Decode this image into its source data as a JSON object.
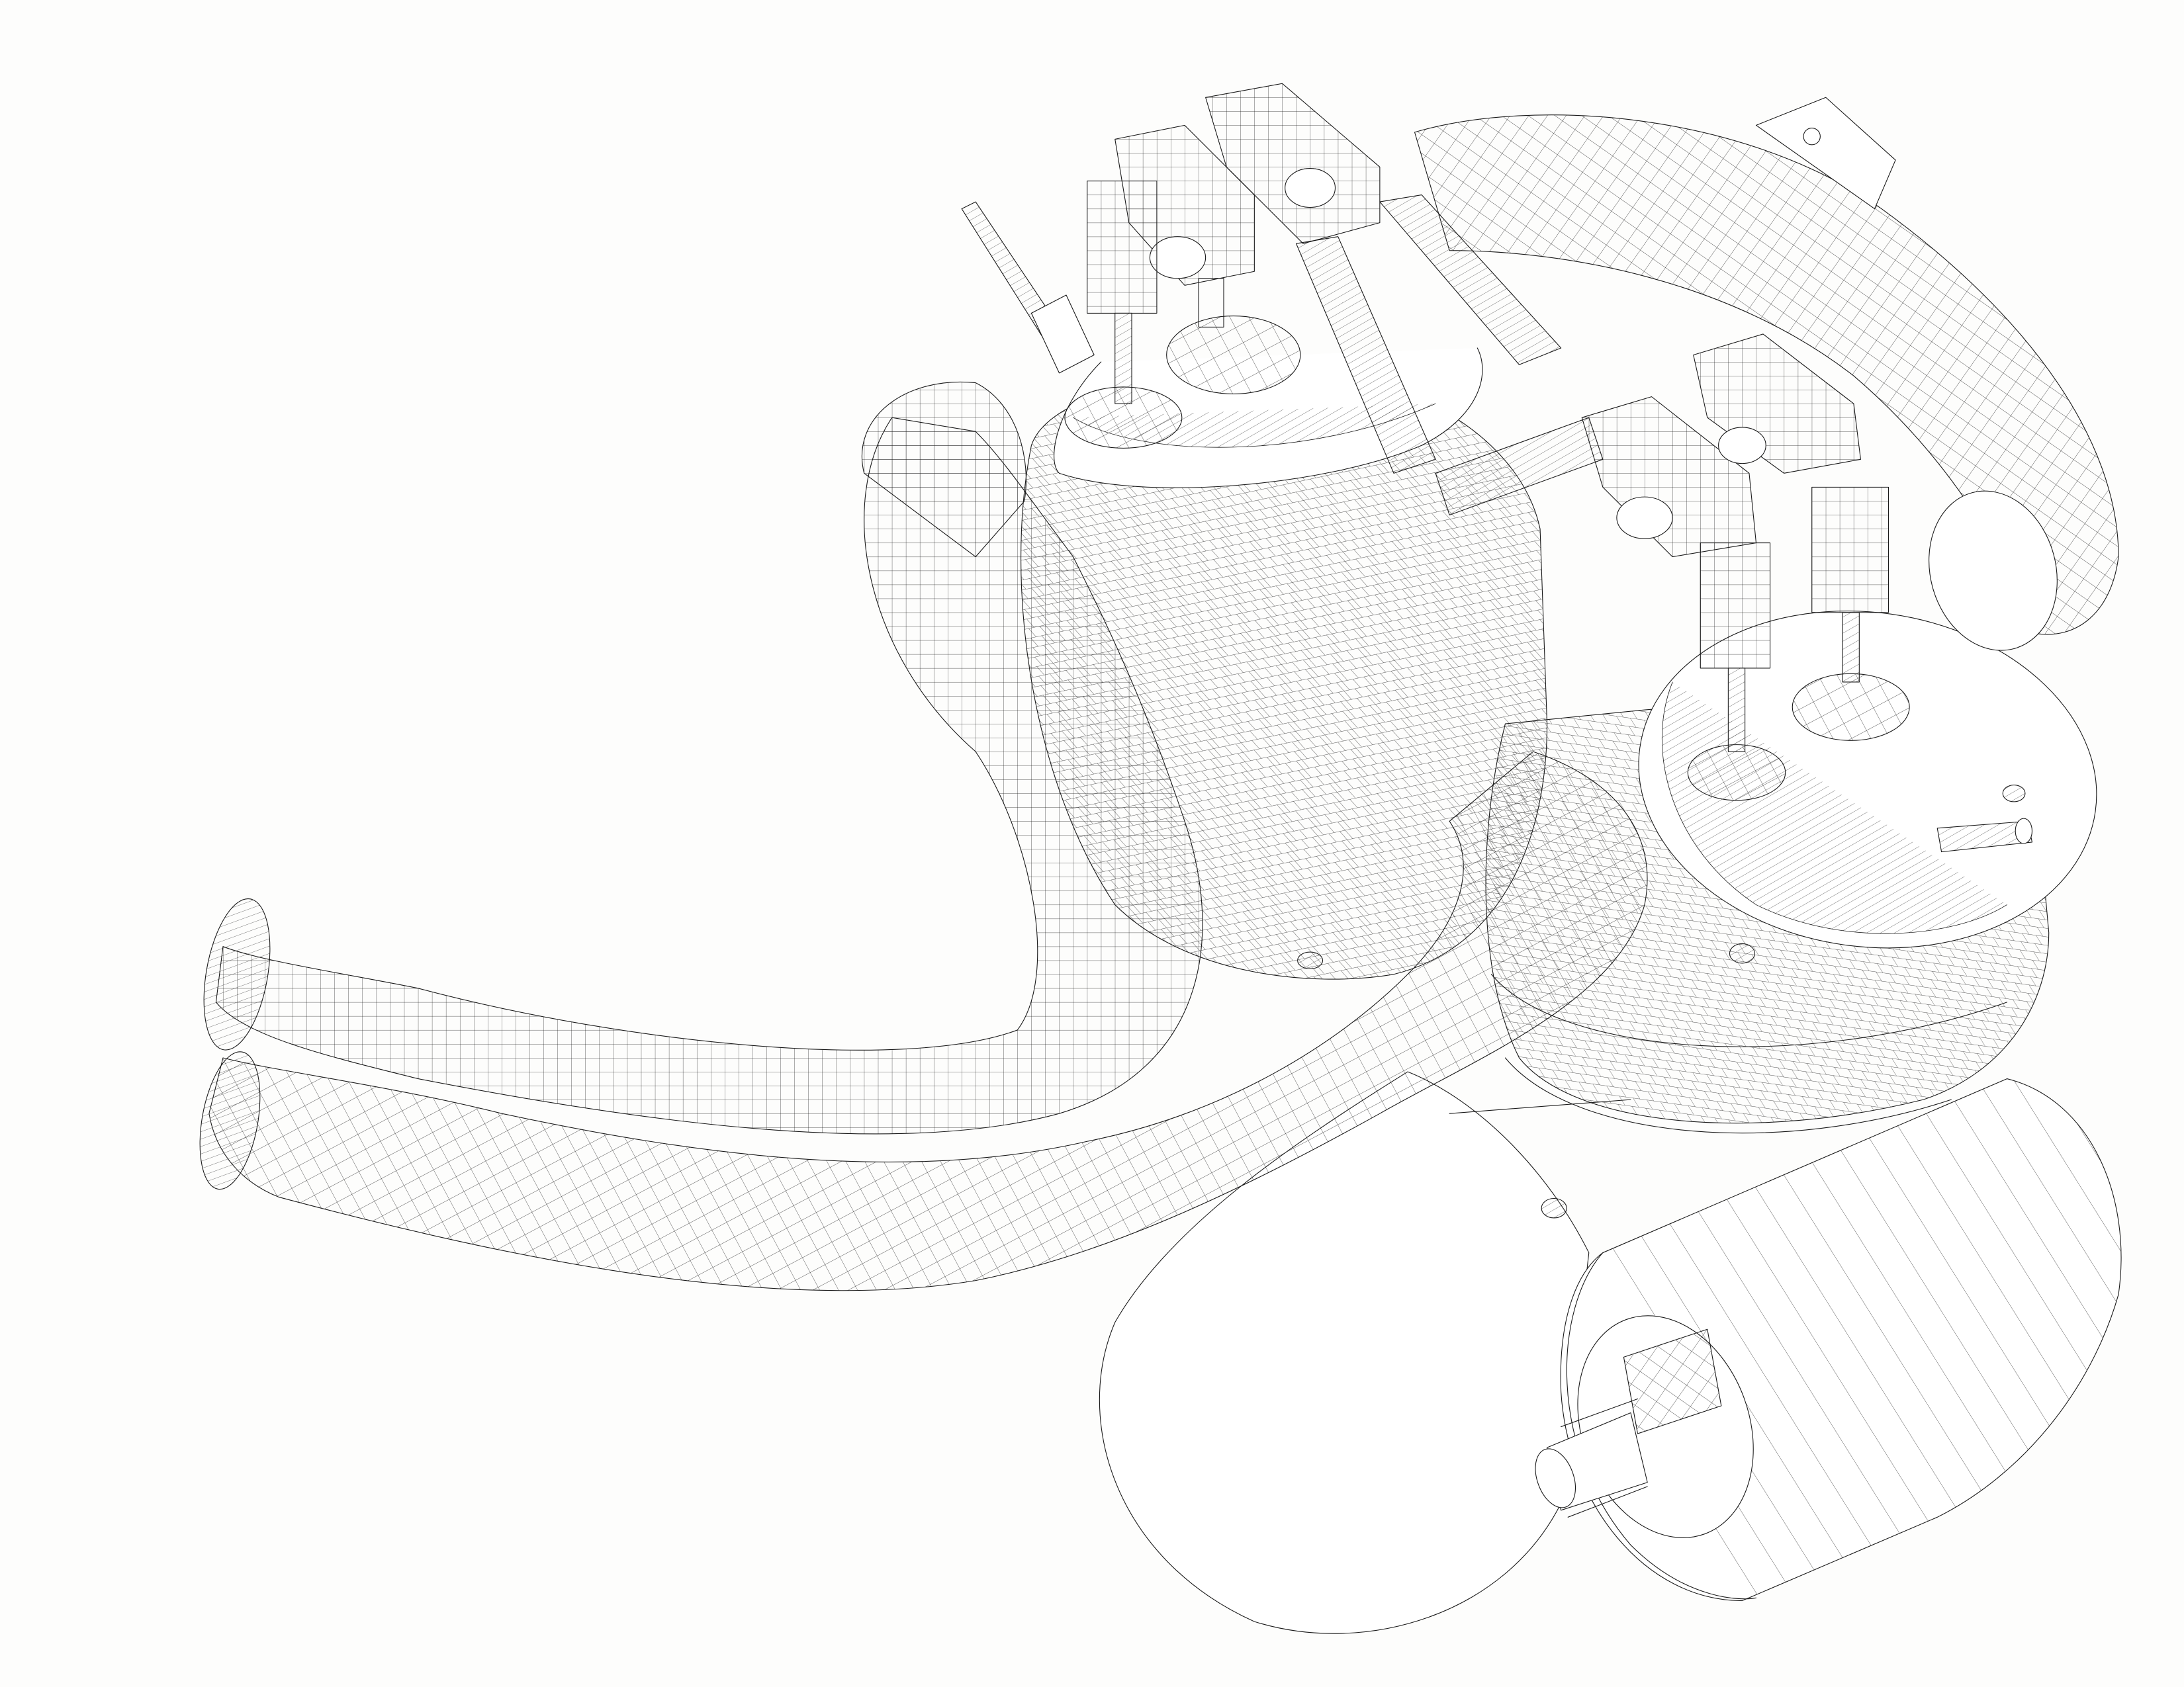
{
  "drawing": {
    "paper_color": "#fdfdfc",
    "line_color": "#1a1a1a",
    "components": [
      "left-cylinder",
      "right-cylinder",
      "crankcase",
      "starter-motor",
      "exhaust-pipe-upper",
      "exhaust-pipe-lower",
      "exhaust-pipe-rear",
      "intake-runner",
      "valve-springs",
      "rocker-arms",
      "spark-plugs"
    ]
  }
}
